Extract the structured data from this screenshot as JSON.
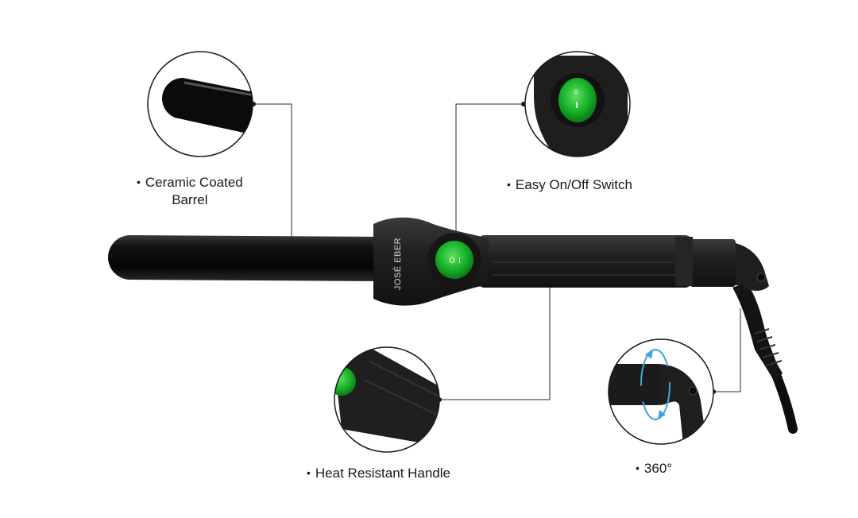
{
  "product": {
    "brand_text": "JOSÉ EBER",
    "switch_symbols": {
      "off": "O",
      "on": "I"
    },
    "colors": {
      "body": "#1c1c1c",
      "barrel": "#0a0a0a",
      "switch_green": "#1fbf2c",
      "accent_blue": "#3ba7d8",
      "line": "#2a2a2a"
    }
  },
  "features": {
    "barrel": {
      "line1": "Ceramic Coated",
      "line2": "Barrel",
      "bullet": "•"
    },
    "switch": {
      "label": "Easy On/Off Switch",
      "bullet": "•"
    },
    "handle": {
      "label": "Heat Resistant Handle",
      "bullet": "•"
    },
    "swivel": {
      "label": "360°",
      "bullet": "•"
    }
  }
}
